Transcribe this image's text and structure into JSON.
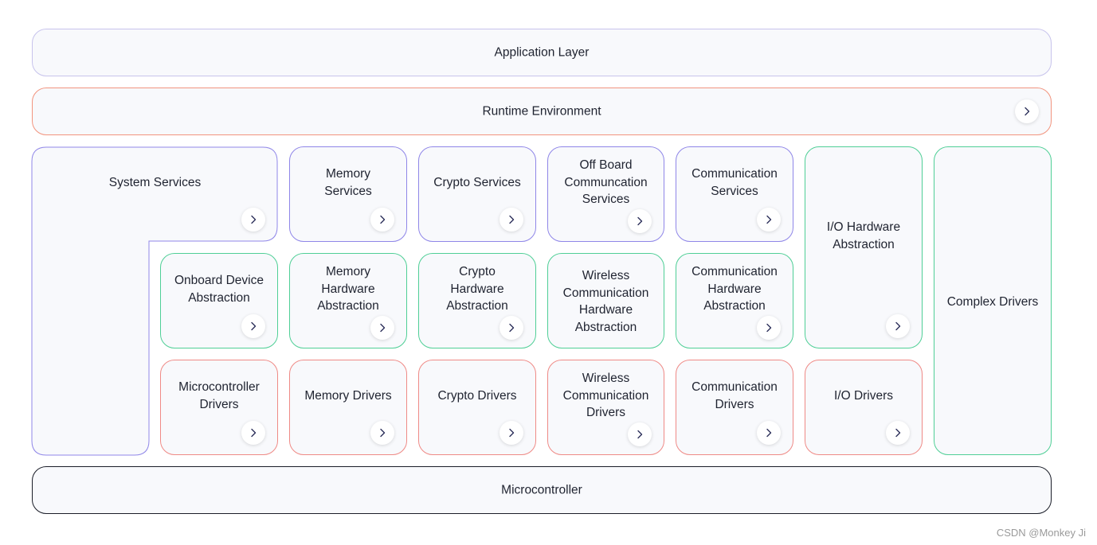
{
  "layers": {
    "application": "Application Layer",
    "runtime": "Runtime Environment",
    "microcontroller": "Microcontroller"
  },
  "services": {
    "system": "System Services",
    "memory": "Memory\nServices",
    "crypto": "Crypto Services",
    "offboard": "Off Board\nCommuncation\nServices",
    "communication": "Communication\nServices"
  },
  "hw_abstraction": {
    "onboard": "Onboard Device\nAbstraction",
    "memory": "Memory\nHardware\nAbstraction",
    "crypto": "Crypto\nHardware\nAbstraction",
    "wireless": "Wireless\nCommunication\nHardware\nAbstraction",
    "communication": "Communication\nHardware\nAbstraction",
    "io": "I/O Hardware\nAbstraction"
  },
  "drivers": {
    "microcontroller": "Microcontroller\nDrivers",
    "memory": "Memory Drivers",
    "crypto": "Crypto Drivers",
    "wireless": "Wireless\nCommunication\nDrivers",
    "communication": "Communication\nDrivers",
    "io": "I/O Drivers",
    "complex": "Complex Drivers"
  },
  "icons": {
    "expand": "chevron-right-icon"
  },
  "colors": {
    "services_border": "#8f86e8",
    "abstraction_border": "#4fcf96",
    "drivers_border": "#ef8a86",
    "runtime_border": "#f2947e",
    "application_border": "#c7c3ec",
    "microcontroller_border": "#1a1d28",
    "box_fill": "#f8f9fc"
  },
  "watermark": "CSDN @Monkey Ji"
}
